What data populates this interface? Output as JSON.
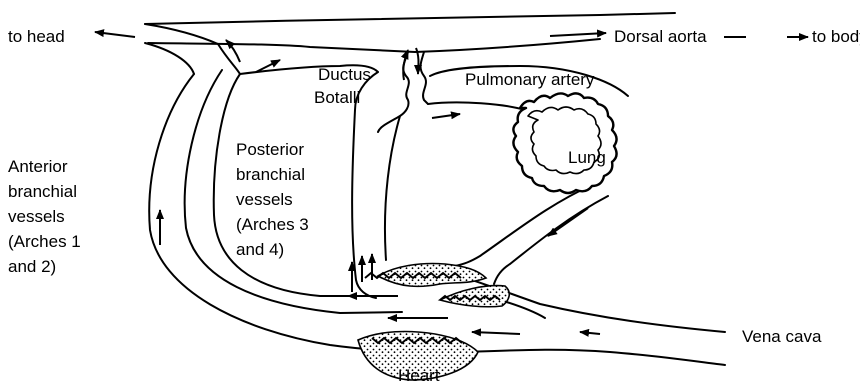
{
  "labels": {
    "to_head": "to head",
    "dorsal_aorta": "Dorsal aorta",
    "to_body": "to body",
    "pulmonary_artery": "Pulmonary artery",
    "ductus": "Ductus",
    "botalli": "Botalli",
    "lung": "Lung",
    "anterior": [
      "Anterior",
      "branchial",
      "vessels",
      "(Arches 1",
      "and 2)"
    ],
    "posterior": [
      "Posterior",
      "branchial",
      "vessels",
      "(Arches 3",
      "and 4)"
    ],
    "vena_cava": "Vena cava",
    "heart": "Heart"
  }
}
